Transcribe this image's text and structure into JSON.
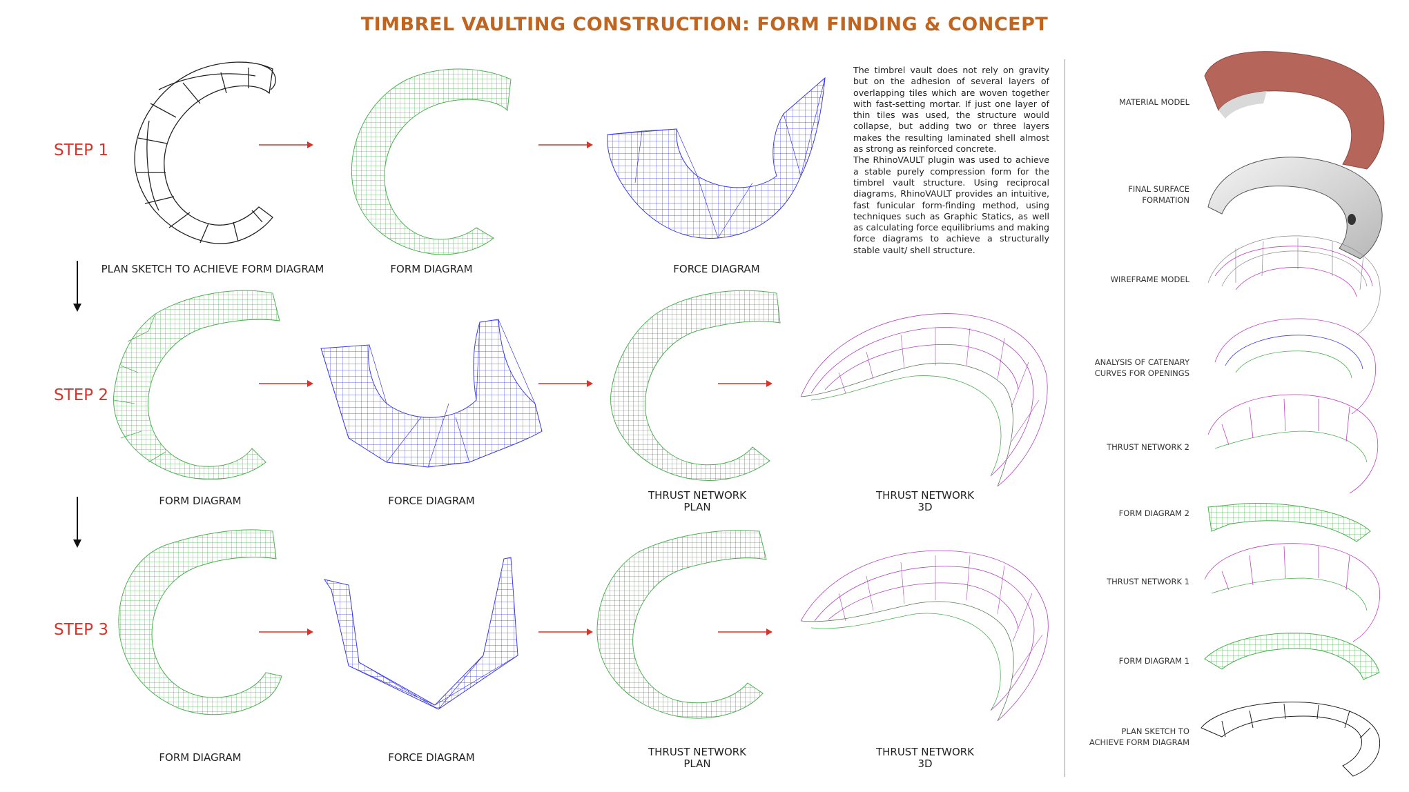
{
  "title": "TIMBREL VAULTING CONSTRUCTION: FORM FINDING & CONCEPT",
  "steps": [
    "STEP 1",
    "STEP 2",
    "STEP 3"
  ],
  "captions": {
    "row1": [
      "PLAN SKETCH TO ACHIEVE FORM DIAGRAM",
      "FORM DIAGRAM",
      "FORCE DIAGRAM"
    ],
    "row2": [
      "FORM DIAGRAM",
      "FORCE DIAGRAM",
      "THRUST NETWORK",
      "PLAN",
      "THRUST NETWORK",
      "3D"
    ],
    "row3": [
      "FORM DIAGRAM",
      "FORCE DIAGRAM",
      "THRUST NETWORK",
      "PLAN",
      "THRUST NETWORK",
      "3D"
    ]
  },
  "description": {
    "p1": "The timbrel vault does not rely on gravity but on the adhesion of several layers of overlapping tiles which are woven together with fast-setting mortar. If just one layer of thin tiles was used, the structure would collapse, but adding two or three layers makes the resulting laminated shell almost as strong as reinforced concrete.",
    "p2": "The RhinoVAULT plugin was used to achieve a stable purely compression form for the timbrel vault structure. Using reciprocal diagrams, RhinoVAULT provides an intuitive, fast funicular form-finding method, using techniques such as Graphic Statics, as well as calculating force equilibriums and making force diagrams to achieve a structurally stable vault/ shell structure."
  },
  "side_labels": {
    "material": "MATERIAL MODEL",
    "final_1": "FINAL SURFACE",
    "final_2": "FORMATION",
    "wireframe": "WIREFRAME MODEL",
    "catenary_1": "ANALYSIS OF CATENARY",
    "catenary_2": "CURVES FOR OPENINGS",
    "thrust2": "THRUST NETWORK 2",
    "form2": "FORM DIAGRAM 2",
    "thrust1": "THRUST NETWORK 1",
    "form1": "FORM DIAGRAM 1",
    "plan_1": "PLAN SKETCH TO",
    "plan_2": "ACHIEVE FORM DIAGRAM"
  },
  "colors": {
    "title": "#c0651f",
    "step": "#d9342b",
    "arrow": "#d9342b",
    "form_green": "#4caf50",
    "force_blue": "#3a3ae8",
    "thrust_purple": "#b040c0",
    "plan_black": "#222222",
    "terracotta": "#b5655a"
  }
}
